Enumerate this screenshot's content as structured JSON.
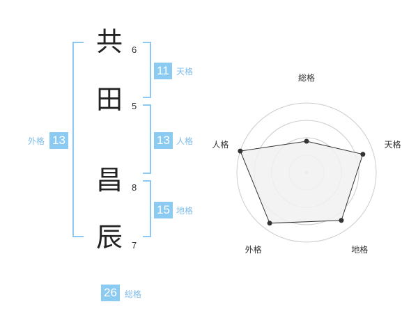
{
  "name": {
    "chars": [
      {
        "char": "共",
        "strokes": "6"
      },
      {
        "char": "田",
        "strokes": "5"
      },
      {
        "char": "昌",
        "strokes": "8"
      },
      {
        "char": "辰",
        "strokes": "7"
      }
    ]
  },
  "kaku": {
    "tenkaku": {
      "value": "11",
      "label": "天格"
    },
    "jinkaku": {
      "value": "13",
      "label": "人格"
    },
    "chikaku": {
      "value": "15",
      "label": "地格"
    },
    "gaikaku": {
      "value": "13",
      "label": "外格"
    },
    "soukaku": {
      "value": "26",
      "label": "総格"
    }
  },
  "chart_data": {
    "type": "radar",
    "axes": [
      "総格",
      "天格",
      "地格",
      "外格",
      "人格"
    ],
    "values": [
      0.45,
      0.85,
      0.85,
      0.9,
      1.0
    ],
    "rings": 4,
    "colors": {
      "fill": "#f1f1f1",
      "stroke": "#333333",
      "grid": "#cccccc",
      "point": "#333333"
    }
  },
  "colors": {
    "accent": "#8ccbf1",
    "bracket": "#8cc8ef",
    "label": "#7fbde8"
  }
}
